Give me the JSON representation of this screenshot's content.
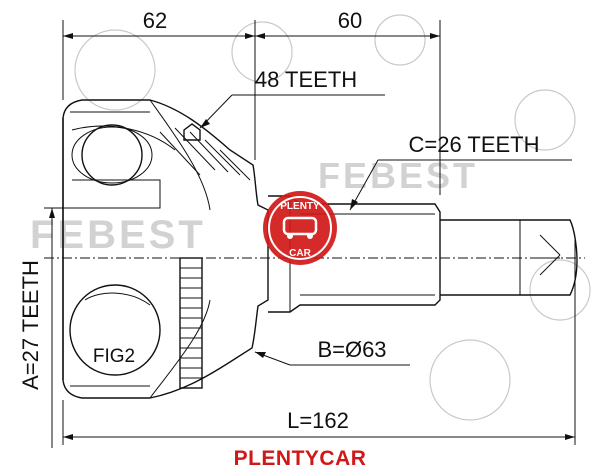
{
  "diagram": {
    "dim_top_left": "62",
    "dim_top_right": "60",
    "teeth_outer": "48 TEETH",
    "teeth_spline_c": "C=26 TEETH",
    "teeth_spline_a": "A=27 TEETH",
    "diameter_b": "B=Ø63",
    "length_l": "L=162",
    "fig_label": "FIG2"
  },
  "watermark": {
    "brand_text": "FEBEST",
    "badge_top": "PLENTY",
    "badge_bottom": "CAR",
    "accent_color": "#d11818"
  },
  "footer": {
    "brand": "PLENTYCAR"
  }
}
